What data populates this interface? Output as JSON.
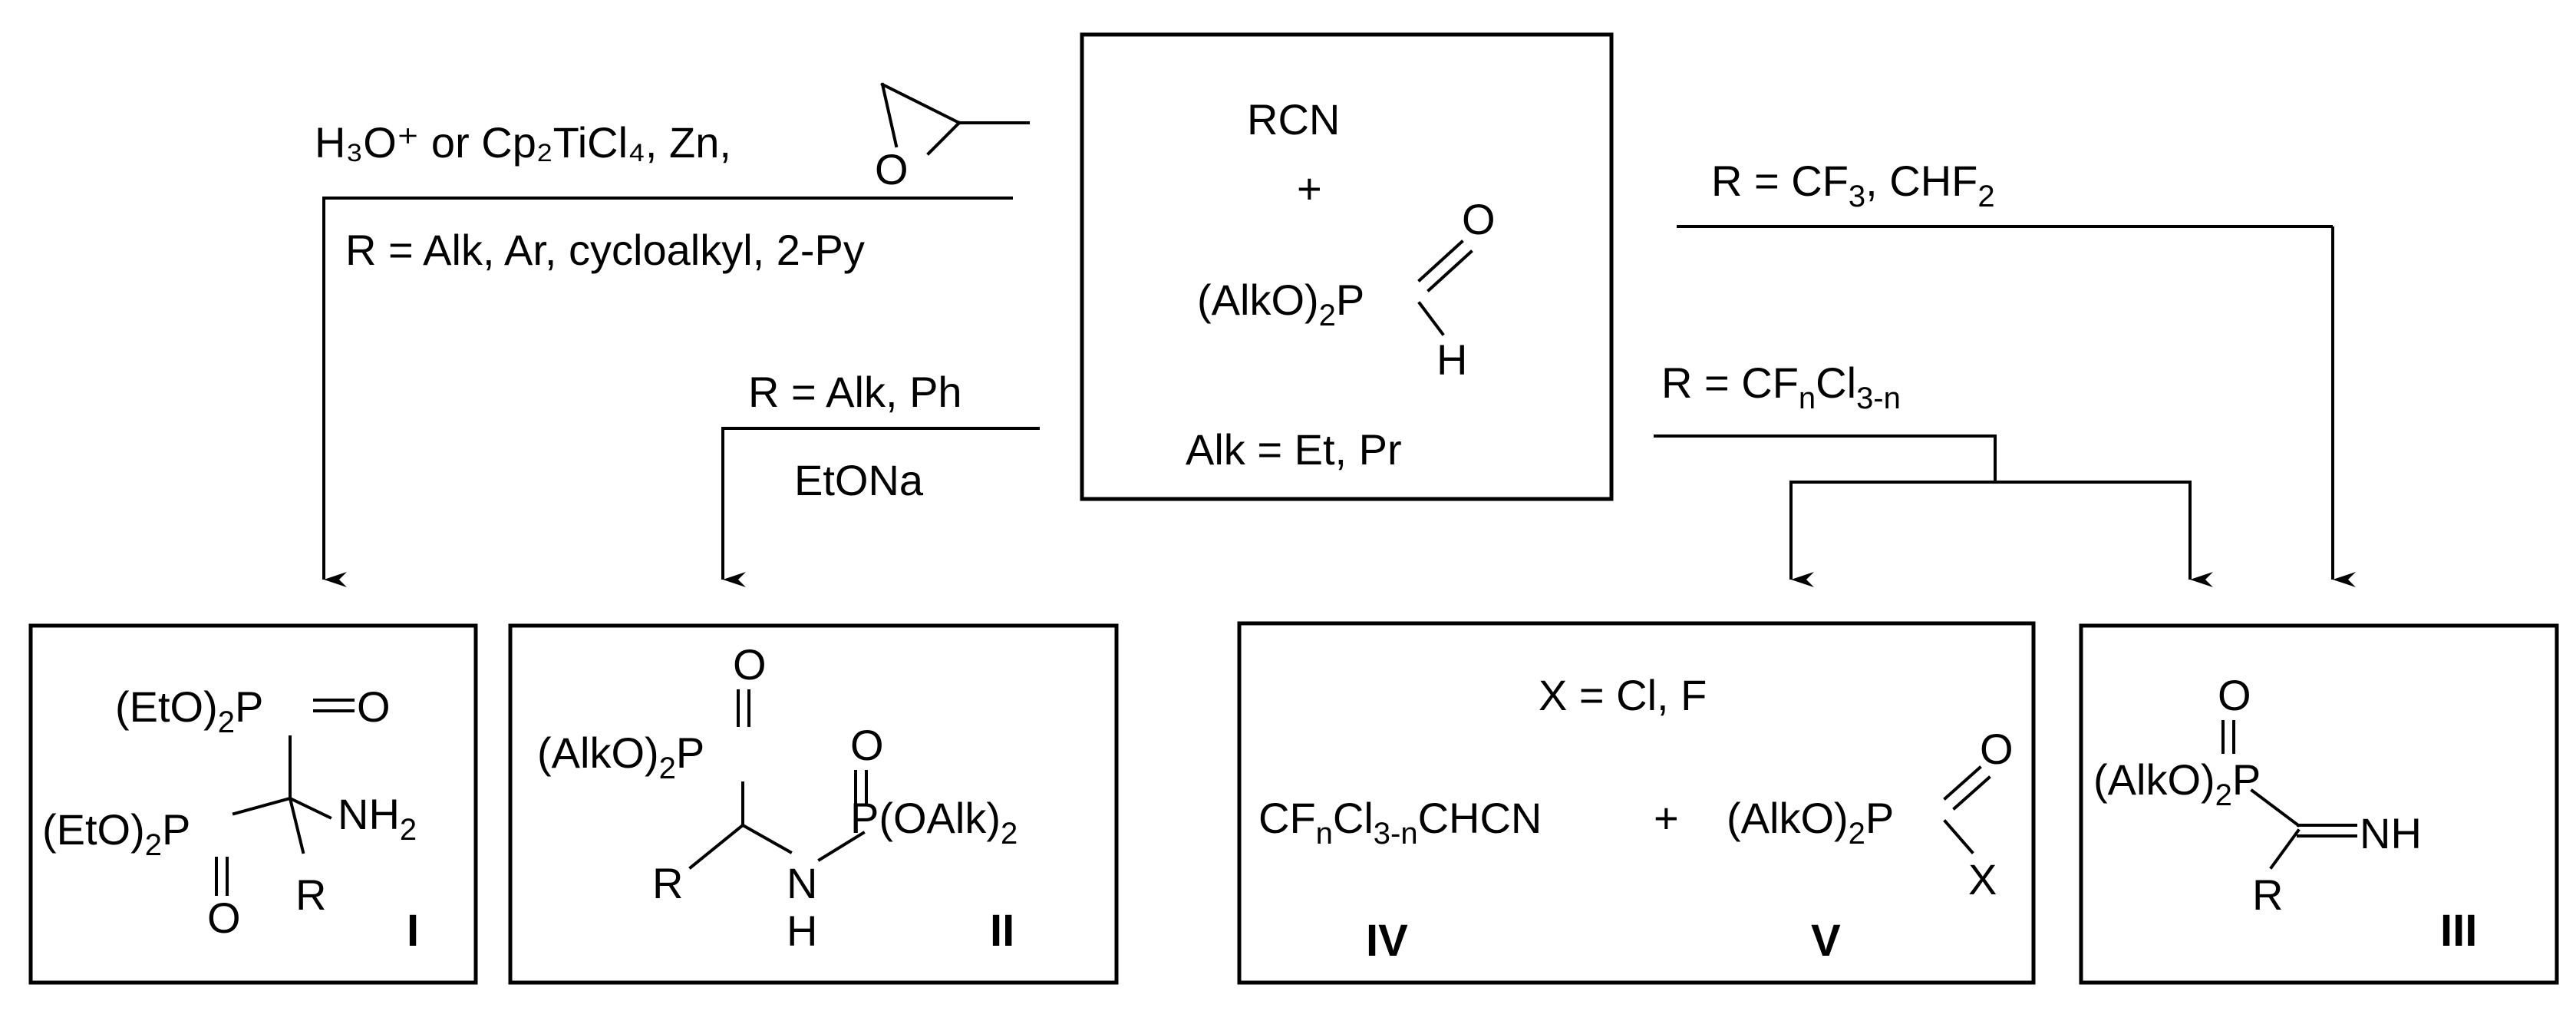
{
  "conditions": {
    "top_left": "H₃O⁺ or Cp₂TiCl₄, Zn,",
    "top_left_r": "R = Alk, Ar, cycloalkyl, 2-Py",
    "middle_left_r": "R = Alk, Ph",
    "middle_left_reagent": "EtONa",
    "top_right_r": "R = CF₃, CHF₂",
    "middle_right_r": "R = CFₙCl₃₋ₙ"
  },
  "reactants": {
    "line1": "RCN",
    "line2": "+",
    "alk_def": "Alk = Et, Pr"
  },
  "products": {
    "I": {
      "label": "I"
    },
    "II": {
      "label": "II"
    },
    "III": {
      "label": "III"
    },
    "IV": {
      "label": "IV"
    },
    "V": {
      "label": "V"
    },
    "x_def": "X = Cl, F"
  }
}
